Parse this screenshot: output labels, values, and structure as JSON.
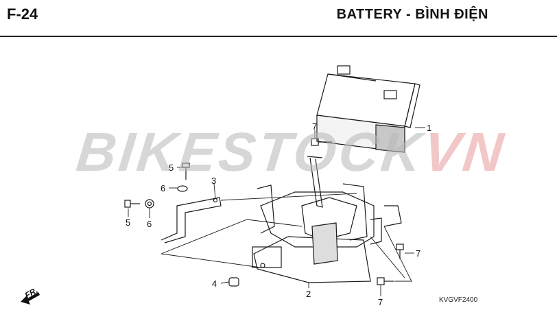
{
  "header": {
    "code": "F-24",
    "title": "BATTERY - BÌNH ĐIỆN"
  },
  "watermark": {
    "part1": "BIKESTOCK",
    "part2": "VN",
    "color1": "#b8b8b8",
    "color2": "#e99a9a"
  },
  "callouts": [
    "1",
    "2",
    "3",
    "4",
    "5",
    "5",
    "6",
    "6",
    "7",
    "7",
    "7"
  ],
  "drawing_code": "KVGVF2400",
  "direction_label": "FR."
}
